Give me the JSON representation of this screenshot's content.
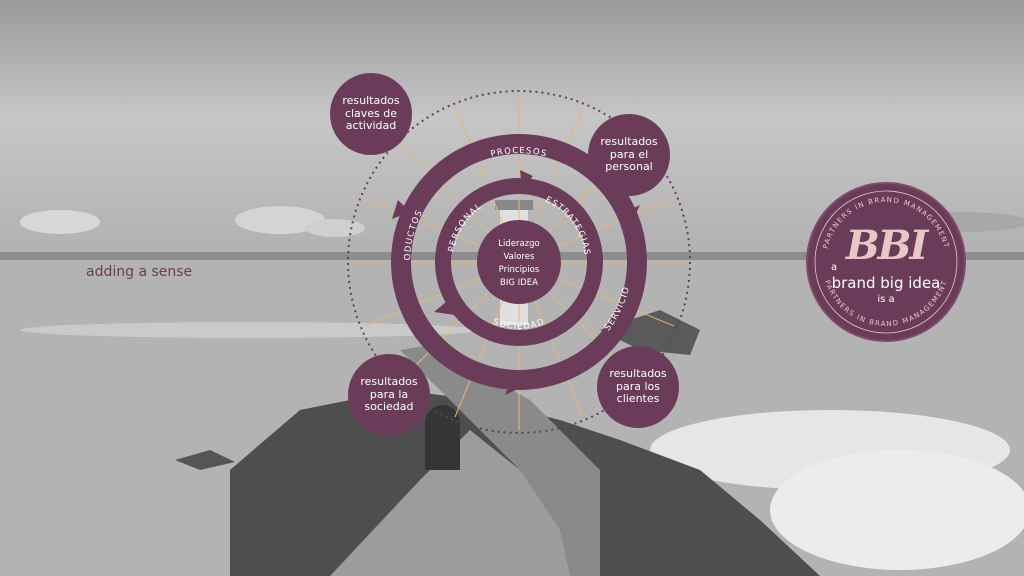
{
  "caption": "adding a sense",
  "center": "Liderazgo\nValores\nPrincipios\nBIG IDEA",
  "ring_labels": {
    "procesos": "PROCESOS",
    "estrategias": "ESTRATEGIAS",
    "servicio": "SERVICIO",
    "sociedad": "SOCIEDAD",
    "productos": "PRODUCTOS",
    "personal": "PERSONAL"
  },
  "bubbles": {
    "top_left": "resultados\nclaves de\nactividad",
    "top_right": "resultados\npara el\npersonal",
    "bottom_left": "resultados\npara la\nsociedad",
    "bottom_right": "resultados\npara los\nclientes"
  },
  "logo": {
    "mark": "BBI",
    "a": "a",
    "name": "brand big idea",
    "is_a": "is a",
    "ring_text": "PARTNERS IN BRAND MANAGEMENT"
  },
  "colors": {
    "accent": "#6b3c5a",
    "rays": "#e2b877",
    "logo_mark": "#e8c8c6"
  }
}
